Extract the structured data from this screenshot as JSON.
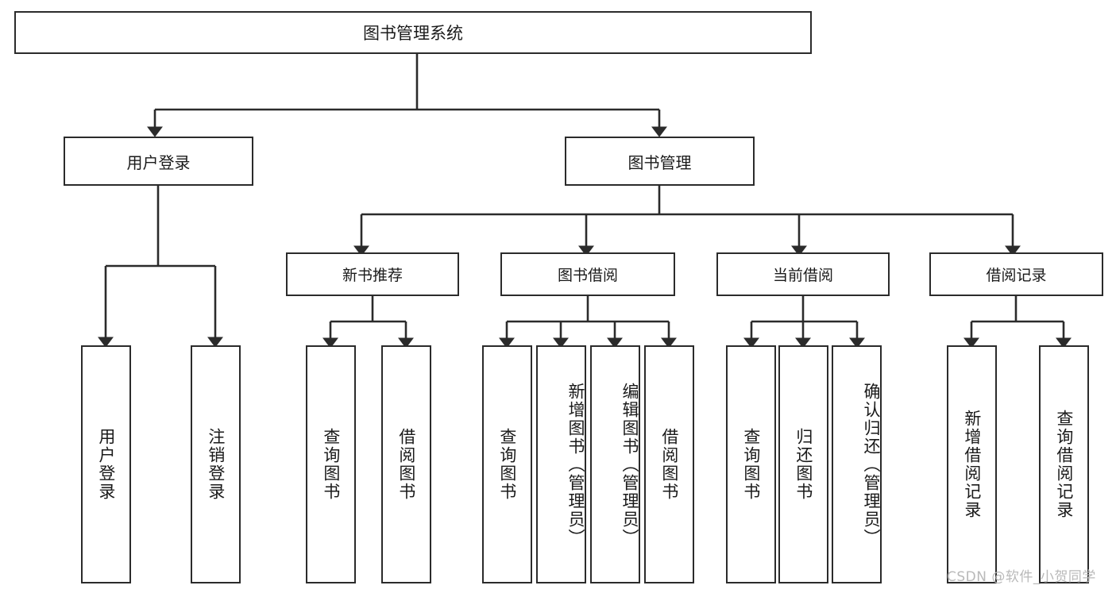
{
  "diagram": {
    "title": "图书管理系统",
    "type": "hierarchy-tree",
    "root": {
      "id": "root",
      "label": "图书管理系统",
      "orientation": "horizontal"
    },
    "level2": [
      {
        "id": "user-login",
        "label": "用户登录",
        "orientation": "horizontal"
      },
      {
        "id": "book-manage",
        "label": "图书管理",
        "orientation": "horizontal"
      }
    ],
    "level3": [
      {
        "id": "new-book-recommend",
        "label": "新书推荐",
        "parent": "book-manage",
        "orientation": "horizontal"
      },
      {
        "id": "book-borrow",
        "label": "图书借阅",
        "parent": "book-manage",
        "orientation": "horizontal"
      },
      {
        "id": "current-borrow",
        "label": "当前借阅",
        "parent": "book-manage",
        "orientation": "horizontal"
      },
      {
        "id": "borrow-record",
        "label": "借阅记录",
        "parent": "book-manage",
        "orientation": "horizontal"
      }
    ],
    "leaves": [
      {
        "id": "leaf-user-login",
        "label": "用户登录",
        "parent": "user-login",
        "orientation": "vertical"
      },
      {
        "id": "leaf-logout-login",
        "label": "注销登录",
        "parent": "user-login",
        "orientation": "vertical"
      },
      {
        "id": "leaf-query-book-1",
        "label": "查询图书",
        "parent": "new-book-recommend",
        "orientation": "vertical"
      },
      {
        "id": "leaf-borrow-book-1",
        "label": "借阅图书",
        "parent": "new-book-recommend",
        "orientation": "vertical"
      },
      {
        "id": "leaf-query-book-2",
        "label": "查询图书",
        "parent": "book-borrow",
        "orientation": "vertical"
      },
      {
        "id": "leaf-add-book-admin",
        "label": "新增图书（管理员）",
        "parent": "book-borrow",
        "orientation": "vertical"
      },
      {
        "id": "leaf-edit-book-admin",
        "label": "编辑图书（管理员）",
        "parent": "book-borrow",
        "orientation": "vertical"
      },
      {
        "id": "leaf-borrow-book-2",
        "label": "借阅图书",
        "parent": "book-borrow",
        "orientation": "vertical"
      },
      {
        "id": "leaf-query-book-3",
        "label": "查询图书",
        "parent": "current-borrow",
        "orientation": "vertical"
      },
      {
        "id": "leaf-return-book",
        "label": "归还图书",
        "parent": "current-borrow",
        "orientation": "vertical"
      },
      {
        "id": "leaf-confirm-return-admin",
        "label": "确认归还（管理员）",
        "parent": "current-borrow",
        "orientation": "vertical"
      },
      {
        "id": "leaf-add-borrow-record",
        "label": "新增借阅记录",
        "parent": "borrow-record",
        "orientation": "vertical"
      },
      {
        "id": "leaf-query-borrow-record",
        "label": "查询借阅记录",
        "parent": "borrow-record",
        "orientation": "vertical"
      }
    ]
  },
  "watermark": {
    "text": "CSDN @软件_小贺同学"
  },
  "colors": {
    "stroke": "#2b2b2b",
    "background": "#ffffff",
    "text": "#1a1a1a",
    "watermark": "#b9b9b9"
  }
}
